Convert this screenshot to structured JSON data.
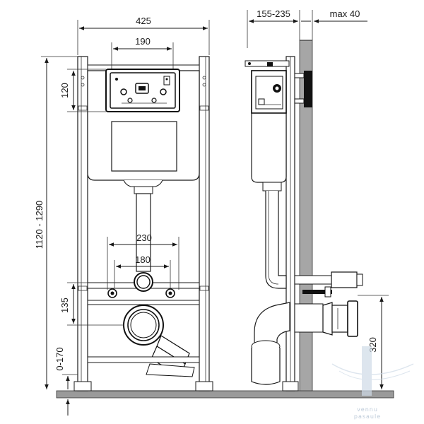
{
  "dimensions": {
    "frame_width": "425",
    "panel_width": "190",
    "panel_height": "120",
    "total_height": "1120 - 1290",
    "pipe_spacing_outer": "230",
    "pipe_spacing_inner": "180",
    "drain_height": "135",
    "foot_adjust": "0-170",
    "depth_range": "155-235",
    "max_wall": "max 40",
    "outlet_height": "320"
  },
  "watermark": {
    "line1": "vennu",
    "line2": "pasaule"
  },
  "colors": {
    "line": "#1a1a1a",
    "frame_fill": "#ffffff",
    "tank_fill": "#ffffff",
    "floor_fill": "#9a9a9a",
    "wall_fill": "#a6a6a6",
    "watermark": "#9fb3c8"
  }
}
